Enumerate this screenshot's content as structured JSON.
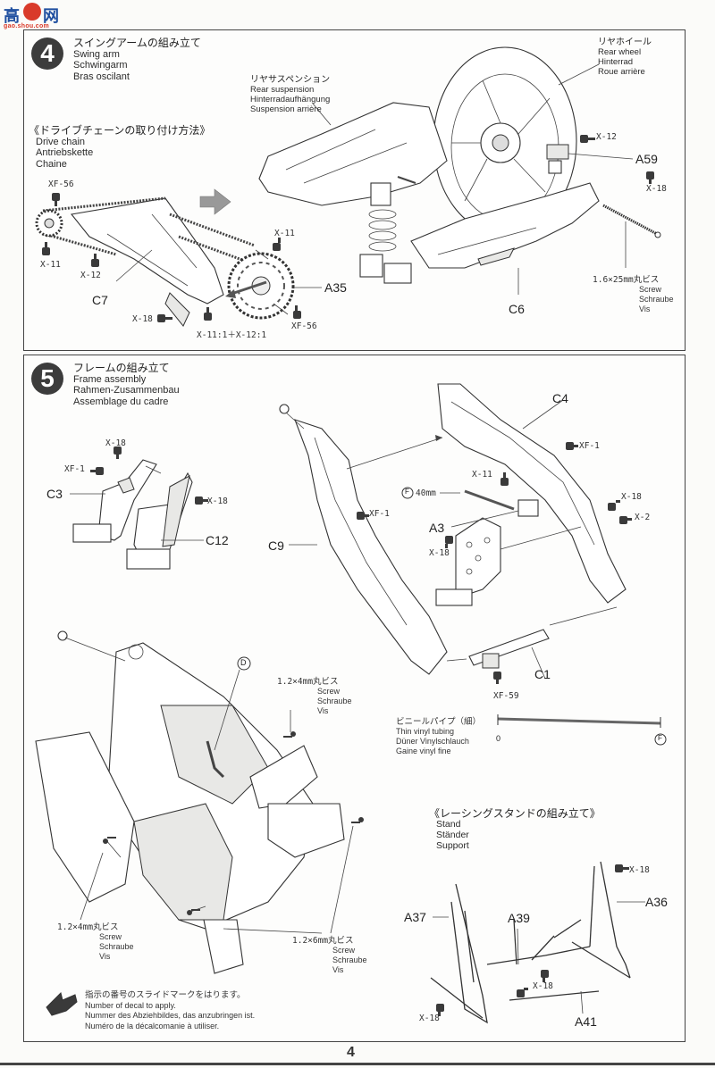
{
  "watermark": {
    "chars": [
      "高",
      "网"
    ],
    "url": "gao.shou.com"
  },
  "page_number": "4",
  "step4": {
    "number": "4",
    "title_jp": "スイングアームの組み立て",
    "title_en": "Swing arm",
    "title_de": "Schwingarm",
    "title_fr": "Bras oscilant",
    "drive_chain": {
      "title_jp": "《ドライブチェーンの取り付け方法》",
      "en": "Drive chain",
      "de": "Antriebskette",
      "fr": "Chaine"
    },
    "rear_suspension": {
      "jp": "リヤサスペンション",
      "en": "Rear suspension",
      "de": "Hinterradaufhängung",
      "fr": "Suspension arrière"
    },
    "rear_wheel": {
      "jp": "リヤホイール",
      "en": "Rear wheel",
      "de": "Hinterrad",
      "fr": "Roue arrière"
    },
    "screw": {
      "jp": "1.6×25mm丸ビス",
      "en": "Screw",
      "de": "Schraube",
      "fr": "Vis"
    },
    "parts": {
      "c7": "C7",
      "a35": "A35",
      "c6": "C6",
      "a59": "A59"
    },
    "paints": {
      "xf56_top": "XF-56",
      "x11_left": "X-11",
      "x12": "X-12",
      "x18_left": "X-18",
      "mix": "X-11:1＋X-12:1",
      "x11_sprocket": "X-11",
      "xf56_sprocket": "XF-56",
      "x12_caliper": "X-12",
      "x18_caliper": "X-18"
    }
  },
  "step5": {
    "number": "5",
    "title_jp": "フレームの組み立て",
    "title_en": "Frame assembly",
    "title_de": "Rahmen-Zusammenbau",
    "title_fr": "Assemblage du cadre",
    "parts": {
      "c3": "C3",
      "c12": "C12",
      "c9": "C9",
      "c4": "C4",
      "a3": "A3",
      "c1": "C1",
      "d_marker": "D",
      "f_marker": "F"
    },
    "paints": {
      "x18_c3": "X-18",
      "xf1_c3": "XF-1",
      "x18_c12": "X-18",
      "xf1_c4": "XF-1",
      "x11_a3": "X-11",
      "x18_right": "X-18",
      "x2": "X-2",
      "xf1_c9": "XF-1",
      "x18_a3": "X-18",
      "xf59": "XF-59"
    },
    "tube_length": "40mm",
    "vinyl_tubing": {
      "jp": "ビニールパイプ（細）",
      "en": "Thin vinyl tubing",
      "de": "Düner Vinylschlauch",
      "fr": "Gaine vinyl fine",
      "scale_start": "0",
      "scale_end": "F"
    },
    "screw_top": {
      "jp": "1.2×4mm丸ビス",
      "en": "Screw",
      "de": "Schraube",
      "fr": "Vis"
    },
    "screw_left": {
      "jp": "1.2×4mm丸ビス",
      "en": "Screw",
      "de": "Schraube",
      "fr": "Vis"
    },
    "screw_bottom": {
      "jp": "1.2×6mm丸ビス",
      "en": "Screw",
      "de": "Schraube",
      "fr": "Vis"
    },
    "stand": {
      "title_jp": "《レーシングスタンドの組み立て》",
      "en": "Stand",
      "de": "Ständer",
      "fr": "Support",
      "parts": {
        "a37": "A37",
        "a39": "A39",
        "a36": "A36",
        "a41": "A41"
      },
      "paints": {
        "x18_top": "X-18",
        "x18_mid": "X-18",
        "x18_left": "X-18"
      }
    },
    "decal_note": {
      "jp": "指示の番号のスライドマークをはります。",
      "en": "Number of decal to apply.",
      "de": "Nummer des Abziehbildes, das anzubringen ist.",
      "fr": "Numéro de la décalcomanie à utiliser."
    }
  }
}
